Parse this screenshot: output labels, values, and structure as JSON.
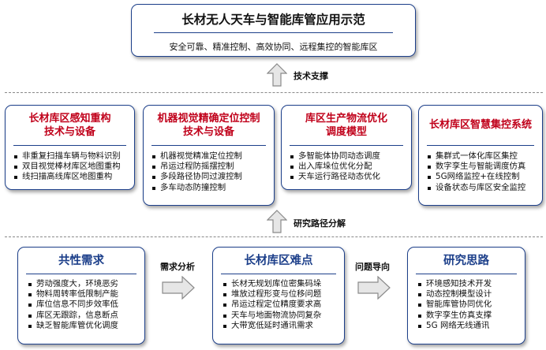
{
  "goal": {
    "title": "长材无人天车与智能库管应用示范",
    "subtitle": "安全可靠、精准控制、高效协同、远程集控的智能库区"
  },
  "connectors": {
    "tech_support": "技术支撑",
    "path_decomposition": "研究路径分解",
    "demand_analysis": "需求分析",
    "problem_oriented": "问题导向"
  },
  "tech_blocks": [
    {
      "title_lines": [
        "长材库区感知重构",
        "技术与设备"
      ],
      "items": [
        "非重复扫描车辆与物料识别",
        "双目视觉棒材库区地图重构",
        "线扫描高线库区地图重构"
      ]
    },
    {
      "title_lines": [
        "机器视觉精确定位控制",
        "技术与设备"
      ],
      "items": [
        "机器视觉精准定位控制",
        "吊运过程防摇摆控制",
        "多段路径协同过渡控制",
        "多车动态防撞控制"
      ]
    },
    {
      "title_lines": [
        "库区生产物流优化",
        "调度模型"
      ],
      "items": [
        "多智能体协同动态调度",
        "出入库垛位优化分配",
        "天车运行路径动态优化"
      ]
    },
    {
      "title_lines": [
        "长材库区智慧集控系统"
      ],
      "items": [
        "集群式一体化库区集控",
        "数字孪生与智能调度仿真",
        "5G网络监控+在线控制",
        "设备状态与库区安全监控"
      ]
    }
  ],
  "bottom_blocks": [
    {
      "title": "共性需求",
      "items": [
        "劳动强度大，环境恶劣",
        "物料周转率低限制产能",
        "库位信息不同步效率低",
        "库区无跟踪，信息断点",
        "缺乏智能库管优化调度"
      ]
    },
    {
      "title": "长材库区难点",
      "items": [
        "长材无规划库位密集码垛",
        "堆放过程形变与位移问题",
        "吊运过程定位精度要求高",
        "天车与地面物流协同复杂",
        "大带宽低延时通讯需求"
      ]
    },
    {
      "title": "研究思路",
      "items": [
        "环境感知技术开发",
        "动态控制模型设计",
        "智能库管协同优化",
        "数字孪生仿真支撑",
        "5G  网络无线通讯"
      ]
    }
  ],
  "colors": {
    "card_border": "#1c3f8a",
    "tech_title": "#c0001a",
    "bottom_title": "#1c3f8a",
    "arrow_fill": "#e6e6e6",
    "arrow_stroke": "#8a8a8a",
    "dash_line": "#888888"
  }
}
